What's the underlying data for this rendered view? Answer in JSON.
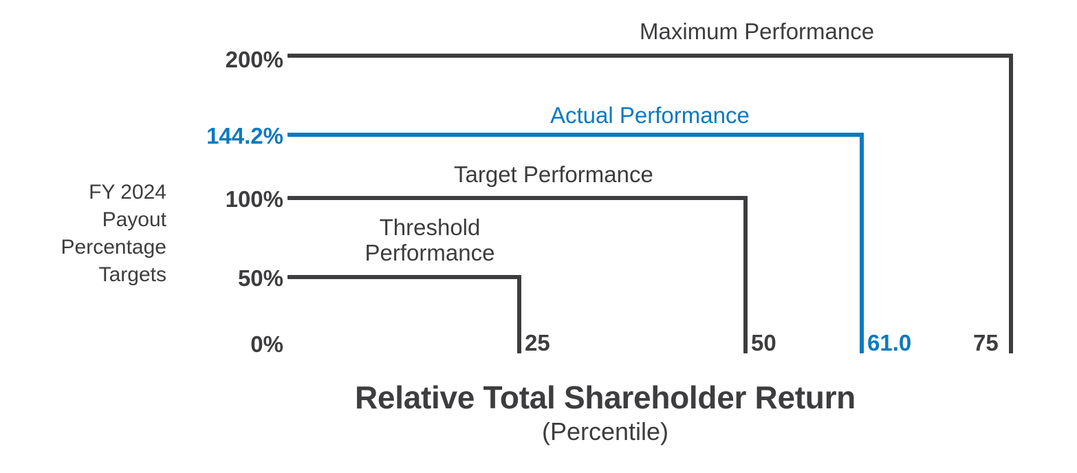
{
  "chart_data": {
    "type": "line",
    "title": "Relative Total Shareholder Return",
    "subtitle": "(Percentile)",
    "xlabel": "Relative Total Shareholder Return (Percentile)",
    "ylabel": "FY 2024 Payout Percentage Targets",
    "xlim": [
      0,
      80
    ],
    "ylim": [
      0,
      215
    ],
    "grid": false,
    "legend_position": "inline-annotations",
    "x_ticks": [
      "25",
      "50",
      "61.0",
      "75"
    ],
    "x_tick_values": [
      25,
      50,
      61.0,
      75
    ],
    "y_ticks": [
      "0%",
      "50%",
      "100%",
      "144.2%",
      "200%"
    ],
    "y_tick_values": [
      0,
      50,
      100,
      144.2,
      200
    ],
    "series": [
      {
        "name": "Threshold Performance",
        "label": "Threshold\nPerformance",
        "percentile": 25,
        "payout_percent": 50,
        "payout_label": "50%",
        "color": "#3d3d3f"
      },
      {
        "name": "Target Performance",
        "label": "Target Performance",
        "percentile": 50,
        "payout_percent": 100,
        "payout_label": "100%",
        "color": "#3d3d3f"
      },
      {
        "name": "Actual Performance",
        "label": "Actual Performance",
        "percentile": 61.0,
        "payout_percent": 144.2,
        "payout_label": "144.2%",
        "color": "#0b7ac0"
      },
      {
        "name": "Maximum Performance",
        "label": "Maximum Performance",
        "percentile": 75,
        "payout_percent": 200,
        "payout_label": "200%",
        "color": "#3d3d3f"
      }
    ]
  },
  "axes": {
    "y_title": "FY 2024\nPayout\nPercentage\nTargets",
    "x_title_line1": "Relative Total Shareholder Return",
    "x_title_line2": "(Percentile)",
    "y_labels": {
      "max": "200%",
      "actual": "144.2%",
      "target": "100%",
      "threshold": "50%",
      "zero": "0%"
    },
    "x_labels": {
      "threshold": "25",
      "target": "50",
      "actual": "61.0",
      "max": "75"
    }
  },
  "annotations": {
    "max": "Maximum Performance",
    "actual": "Actual Performance",
    "target": "Target Performance",
    "threshold": "Threshold\nPerformance"
  },
  "colors": {
    "accent": "#0b7ac0",
    "neutral": "#3d3d3f",
    "background": "#ffffff"
  }
}
